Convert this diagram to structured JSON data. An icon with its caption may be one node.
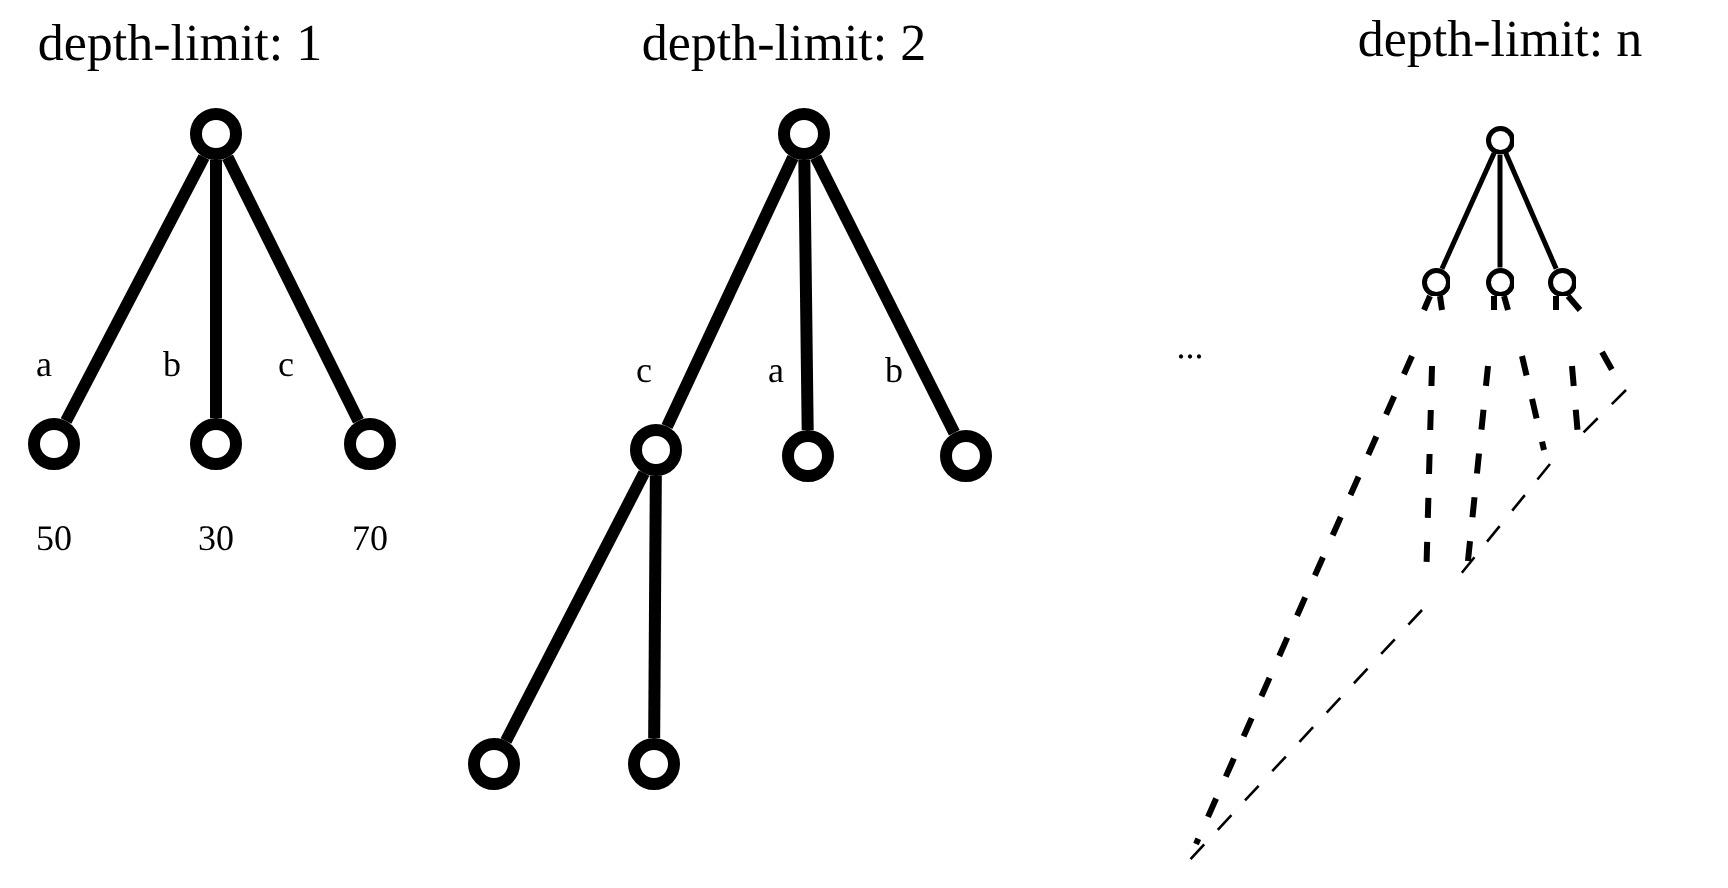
{
  "diagram": {
    "nodes": [
      {
        "text": [],
        "shape": "circle"
      },
      {
        "text": [],
        "shape": "circle",
        "beside": [
          "50"
        ]
      },
      {
        "text": [],
        "shape": "circle",
        "beside": [
          "30"
        ]
      },
      {
        "text": [],
        "shape": "circle",
        "beside": [
          "70"
        ]
      },
      {
        "text": [],
        "shape": "circle"
      },
      {
        "text": [],
        "shape": "circle"
      },
      {
        "text": [],
        "shape": "circle"
      },
      {
        "text": [],
        "shape": "circle"
      },
      {
        "text": [],
        "shape": "circle"
      },
      {
        "text": [],
        "shape": "circle"
      },
      {
        "text": [],
        "shape": "circle"
      },
      {
        "text": [],
        "shape": "circle"
      },
      {
        "text": [],
        "shape": "circle"
      },
      {
        "text": [],
        "shape": "circle"
      }
    ],
    "edges": [
      {
        "from": 0,
        "to": 1,
        "arrow": "none",
        "label": "a"
      },
      {
        "from": 0,
        "to": 2,
        "arrow": "none",
        "label": "b"
      },
      {
        "from": 0,
        "to": 3,
        "arrow": "none",
        "label": "c"
      },
      {
        "from": 4,
        "to": 5,
        "arrow": "none",
        "label": "c"
      },
      {
        "from": 4,
        "to": 6,
        "arrow": "none",
        "label": "a"
      },
      {
        "from": 4,
        "to": 7,
        "arrow": "none",
        "label": "b"
      },
      {
        "from": 5,
        "to": 8,
        "arrow": "none"
      },
      {
        "from": 5,
        "to": 9,
        "arrow": "none"
      },
      {
        "from": 10,
        "to": 11,
        "arrow": "none"
      },
      {
        "from": 10,
        "to": 12,
        "arrow": "none"
      },
      {
        "from": 10,
        "to": 13,
        "arrow": "none"
      }
    ],
    "labels": [
      "depth-limit: 1",
      "depth-limit: 2",
      "depth-limit: n",
      "..."
    ]
  }
}
